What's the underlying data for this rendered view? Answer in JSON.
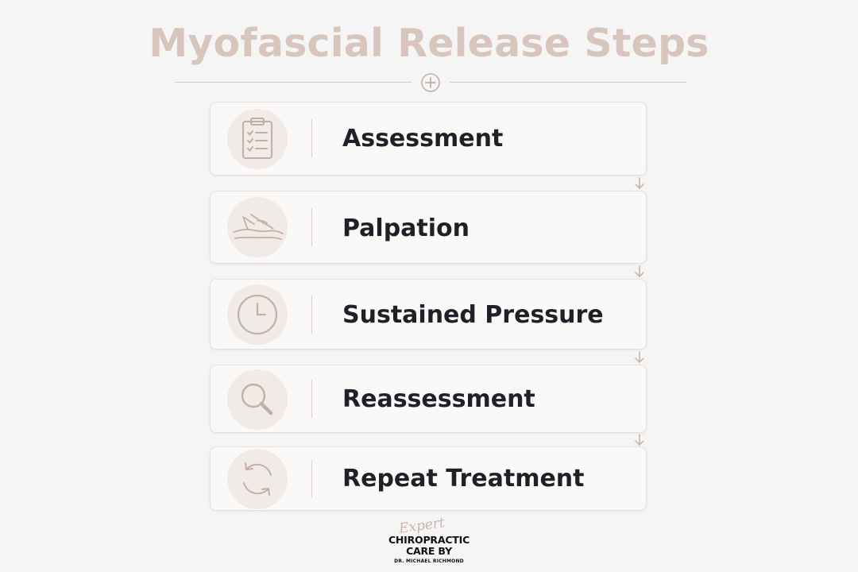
{
  "title": "Myofascial Release Steps",
  "steps": [
    {
      "label": "Assessment",
      "icon": "clipboard-checklist-icon"
    },
    {
      "label": "Palpation",
      "icon": "hand-icon"
    },
    {
      "label": "Sustained Pressure",
      "icon": "clock-icon"
    },
    {
      "label": "Reassessment",
      "icon": "magnifying-glass-icon"
    },
    {
      "label": "Repeat Treatment",
      "icon": "refresh-cycle-icon"
    }
  ],
  "logo": {
    "script": "Expert",
    "line1": "CHIROPRACTIC",
    "line2": "CARE BY",
    "line3": "DR. MICHAEL RICHMOND"
  },
  "colors": {
    "background": "#f6f5f5",
    "accent": "#d8c6be",
    "icon_stroke": "#c4afa4",
    "icon_circle": "#f1ebe8",
    "label_text": "#1e2127",
    "card": "#faf9f8"
  }
}
